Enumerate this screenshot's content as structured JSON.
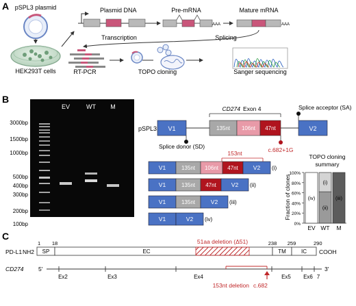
{
  "panel_a": {
    "letter": "A",
    "plasmid": "pSPL3 plasmid",
    "cells": "HEK293T cells",
    "plasmid_dna": "Plasmid DNA",
    "pre_mrna": "Pre-mRNA",
    "mature_mrna": "Mature mRNA",
    "poly_a": "AAA",
    "transcription": "Transcription",
    "splicing": "Splicing",
    "rt_pcr": "RT-PCR",
    "topo": "TOPO cloning",
    "sanger": "Sanger sequencing"
  },
  "panel_b": {
    "letter": "B",
    "gel": {
      "lanes": [
        "EV",
        "WT",
        "M"
      ],
      "ladder": [
        "3000bp",
        "1500bp",
        "1000bp",
        "500bp",
        "400bp",
        "300bp",
        "200bp",
        "100bp"
      ]
    },
    "construct": {
      "vector": "pSPL3",
      "exon_title": "CD274",
      "exon_label": "Exon 4",
      "sa": "Splice acceptor (SA)",
      "sd": "Splice donor (SD)",
      "mutation": "c.682+1G",
      "v1": "V1",
      "v2": "V2",
      "seg_135": "135nt",
      "seg_106": "106nt",
      "seg_47": "47nt"
    },
    "isoforms": {
      "bracket": "153nt",
      "labels": [
        "(i)",
        "(ii)",
        "(iii)",
        "(iv)"
      ]
    },
    "topo_chart": {
      "title_line1": "TOPO cloning",
      "title_line2": "summary",
      "ylabel": "Fraction of clones"
    }
  },
  "panel_c": {
    "letter": "C",
    "protein": "PD-L1",
    "nh2": "NH2",
    "cooh": "COOH",
    "positions": [
      "1",
      "18",
      "238",
      "259",
      "290"
    ],
    "domains": [
      "SP",
      "EC",
      "TM",
      "IC"
    ],
    "deletion_aa": "51aa deletion (Δ51)",
    "gene": "CD274",
    "five": "5'",
    "three": "3'",
    "exons": [
      "Ex2",
      "Ex3",
      "Ex4",
      "Ex5",
      "Ex6",
      "7"
    ],
    "deletion_nt": "153nt deletion",
    "variant": "c.682"
  },
  "chart_data": {
    "type": "bar",
    "stacked": true,
    "title": "TOPO cloning summary",
    "xlabel": "",
    "ylabel": "Fraction of clones",
    "categories": [
      "EV",
      "WT",
      "M"
    ],
    "ylim": [
      0,
      100
    ],
    "y_ticks": [
      "0%",
      "20%",
      "40%",
      "60%",
      "80%",
      "100%"
    ],
    "series": [
      {
        "name": "(iv)",
        "values": [
          100,
          0,
          0
        ]
      },
      {
        "name": "(ii)",
        "values": [
          0,
          62,
          0
        ]
      },
      {
        "name": "(i)",
        "values": [
          0,
          38,
          0
        ]
      },
      {
        "name": "(iii)",
        "values": [
          0,
          0,
          100
        ]
      }
    ],
    "colors": {
      "(iv)": "#ffffff",
      "(ii)": "#9a9a9a",
      "(i)": "#d4d4d4",
      "(iii)": "#5c5c5c"
    },
    "grid": false,
    "legend": "none"
  },
  "colors": {
    "exon_blue": "#4a72c4",
    "pink": "#c9567a",
    "seg_grey": "#a8a8a8",
    "seg_pink_light": "#e89aa8",
    "seg_dark_red": "#b0141e",
    "accent_red": "#c0282a"
  }
}
